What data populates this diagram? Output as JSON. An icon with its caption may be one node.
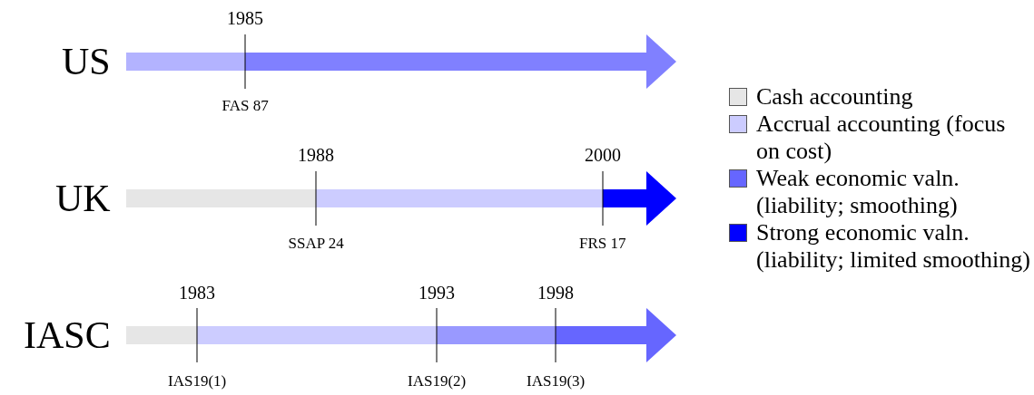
{
  "diagram": {
    "labels": [
      "US",
      "1985",
      "FAS 87",
      "UK",
      "1988",
      "2000",
      "SSAP 24",
      "FRS 17",
      "IASC",
      "1983",
      "1993",
      "1998",
      "IAS19(1)",
      "IAS19(2)",
      "IAS19(3)"
    ],
    "legend": [
      {
        "text": "Cash accounting",
        "color": "#e6e6e6"
      },
      {
        "text": "Accrual accounting (focus on cost)",
        "color": "#ccccff"
      },
      {
        "text": "Weak economic valn. (liability; smoothing)",
        "color": "#6666ff"
      },
      {
        "text": "Strong economic valn. (liability; limited smoothing)",
        "color": "#0000ff"
      }
    ]
  }
}
